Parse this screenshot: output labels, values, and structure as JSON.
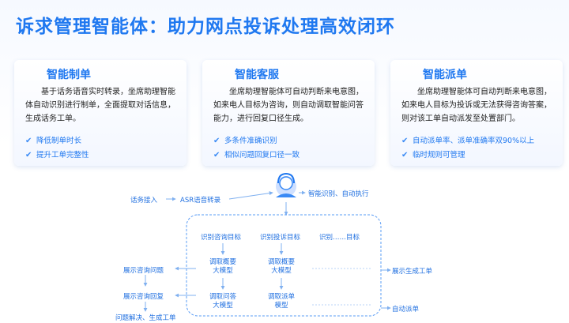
{
  "title": "诉求管理智能体：助力网点投诉处理高效闭环",
  "cards": [
    {
      "title": "智能制单",
      "desc": "基于话务语音实时转录，坐席助理智能体自动识别进行制单，全面提取对话信息，生成话务工单。",
      "bullets": [
        "降低制单时长",
        "提升工单完整性"
      ]
    },
    {
      "title": "智能客服",
      "desc": "坐席助理智能体可自动判断来电意图，如来电人目标为咨询，则自动调取智能问答能力，进行回复口径生成。",
      "bullets": [
        "多条件准确识别",
        "相似问题回复口径一致"
      ]
    },
    {
      "title": "智能派单",
      "desc": "坐席助理智能体可自动判断来电意图，如来电人目标为投诉或无法获得咨询答案，则对该工单自动派发至处置部门。",
      "bullets": [
        "自动派单率、派单准确率双90%以上",
        "临时规则可管理"
      ]
    }
  ],
  "flow": {
    "call_in": "话务接入",
    "asr": "ASR语音转录",
    "smart": "智能识别、自动执行",
    "targets": [
      "识别咨询目标",
      "识别投诉目标",
      "识别……目标"
    ],
    "models": [
      "调取概要\n大模型",
      "调取概要\n大模型"
    ],
    "answer_model": "调取问答\n大模型",
    "dispatch_model": "调取派单\n模型",
    "show_question": "展示咨询问题",
    "show_reply": "展示咨询回复",
    "solved": "问题解决、生成工单",
    "gen_ticket": "展示生成工单",
    "auto_dispatch": "自动派单"
  },
  "colors": {
    "accent": "#1f78f0",
    "line": "#7fb0f0"
  }
}
